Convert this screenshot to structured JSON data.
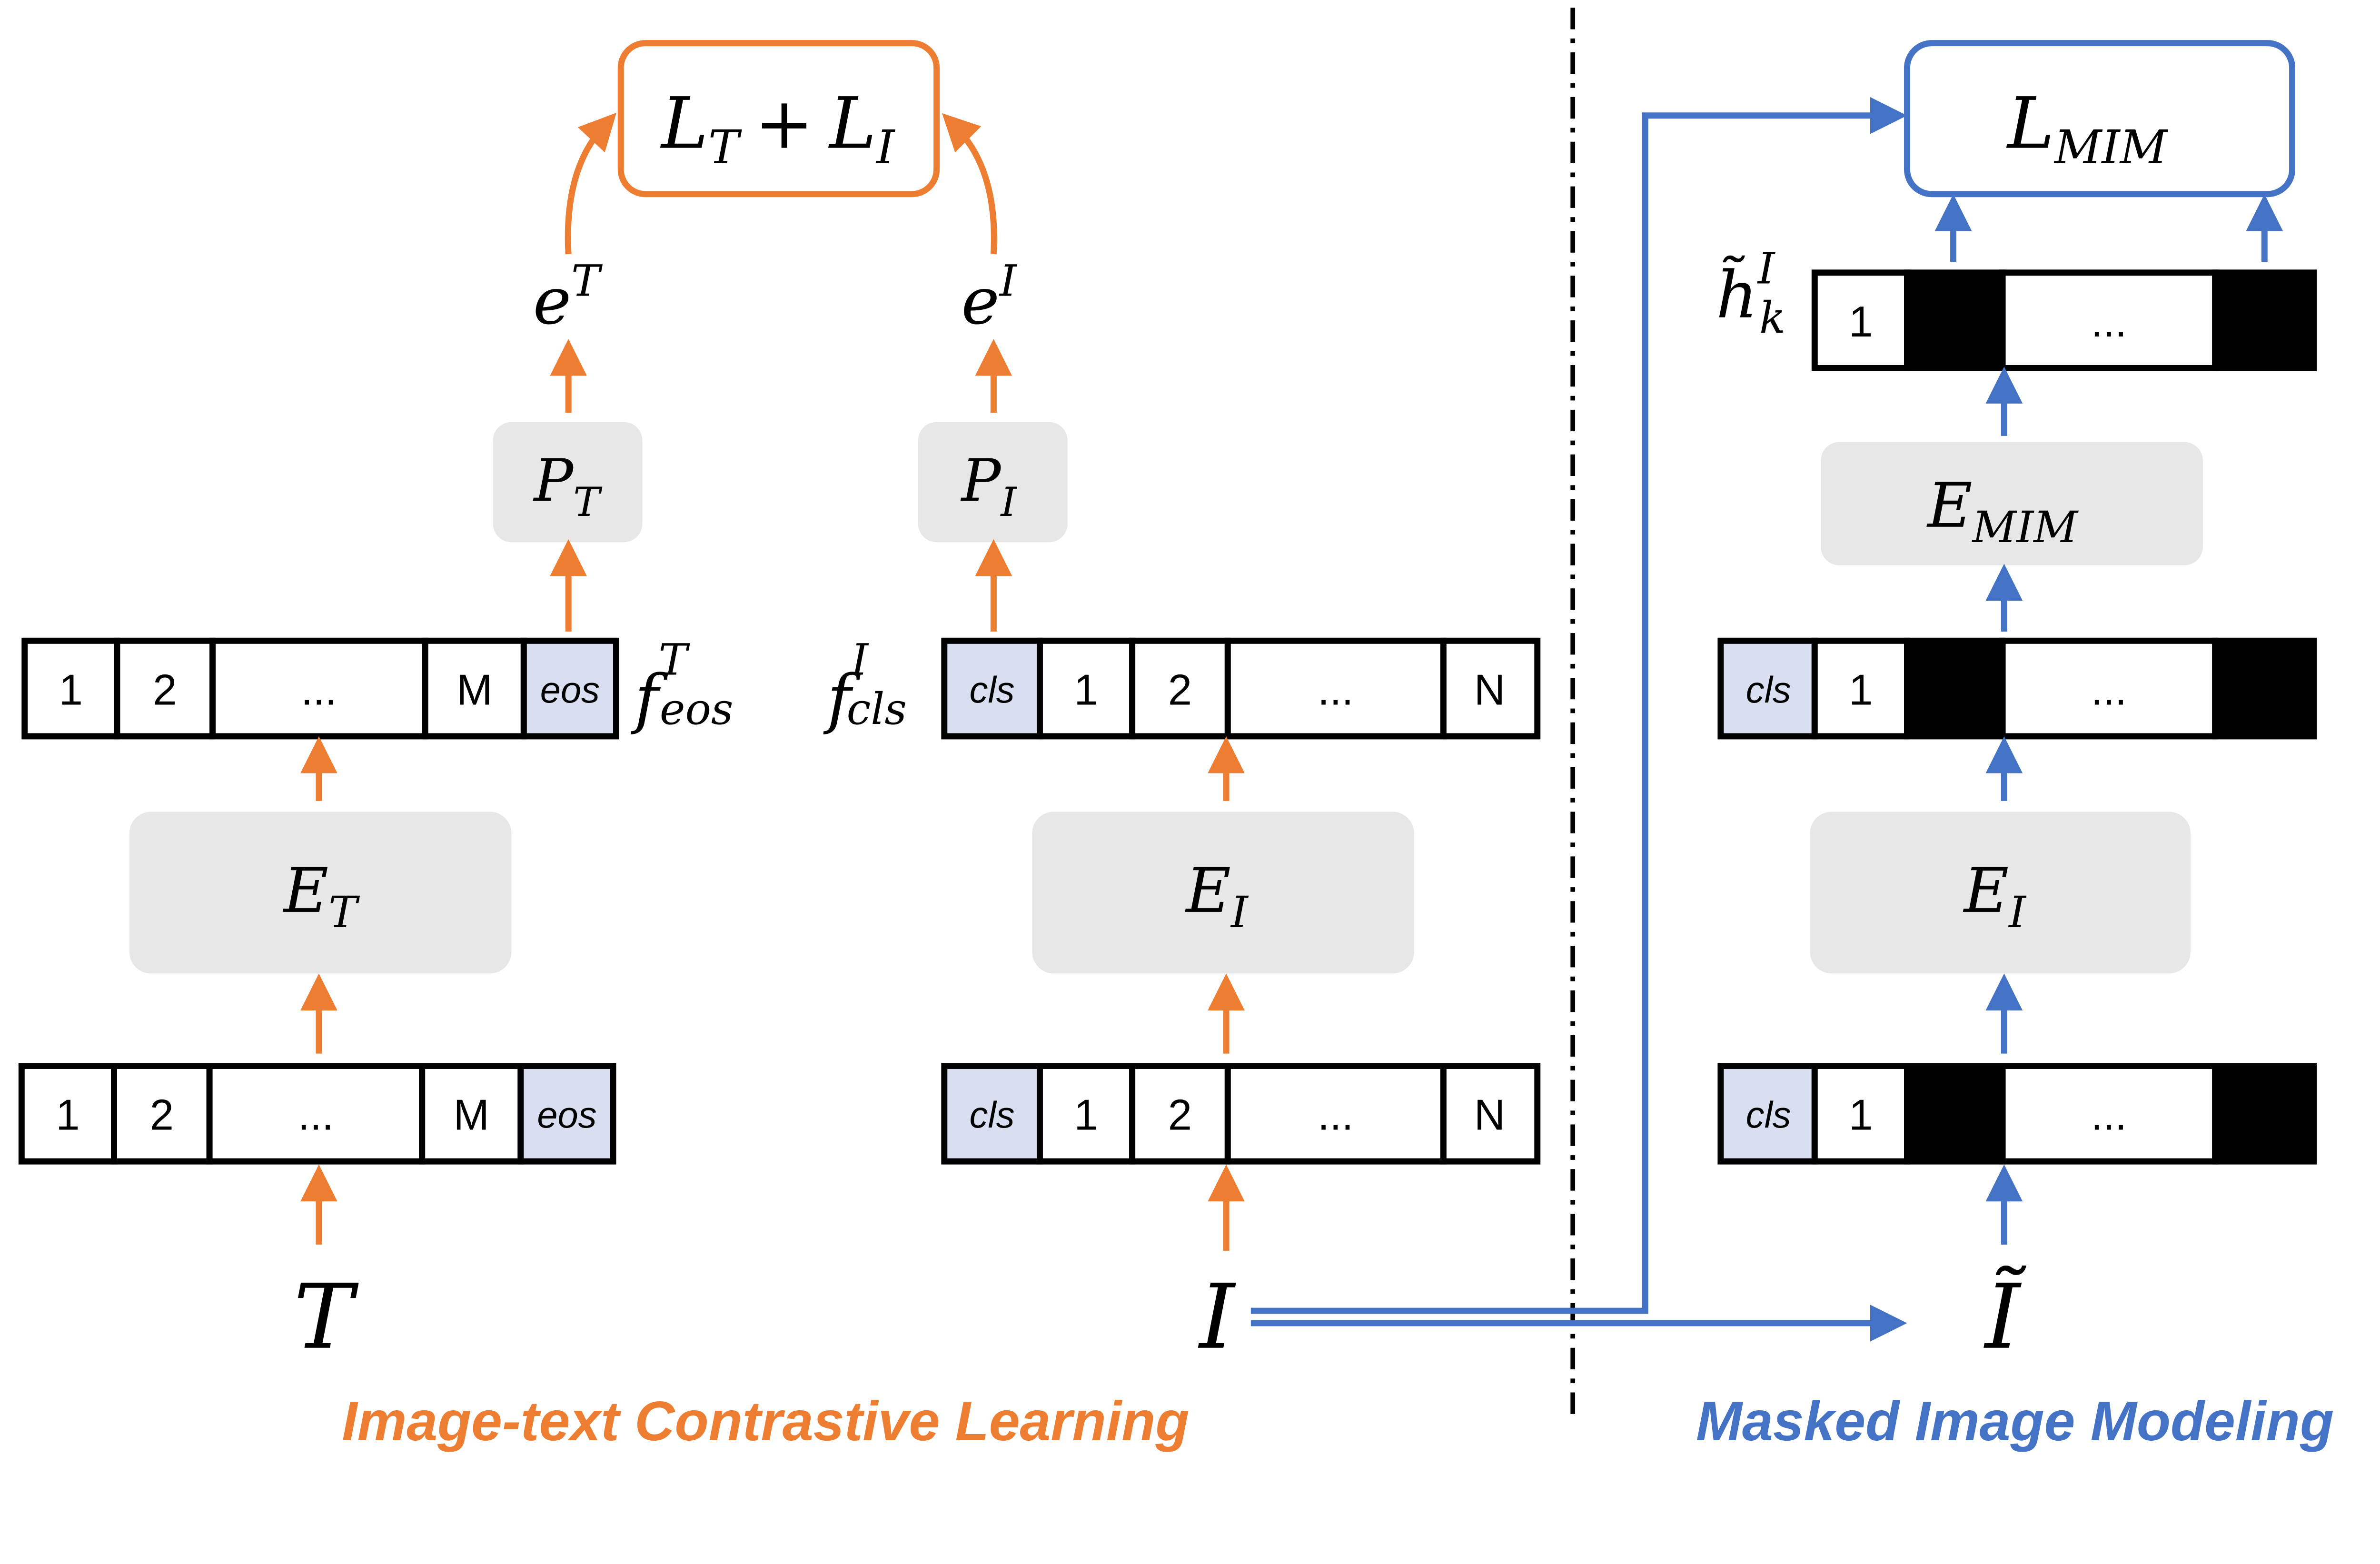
{
  "colors": {
    "contrastive": "#ed7d31",
    "mim": "#4472c4",
    "encoder_fill": "#e7e7e7",
    "special_token_fill": "#d9dff0"
  },
  "left": {
    "text_tokens": [
      "1",
      "2",
      "...",
      "M",
      "eos"
    ],
    "encoder": {
      "base": "E",
      "sub": "T"
    },
    "projector": {
      "base": "P",
      "sub": "T"
    },
    "feature_label": {
      "base": "f",
      "sup": "T",
      "sub": "eos"
    },
    "embedding": {
      "base": "e",
      "sup": "T"
    },
    "input": "T"
  },
  "middle": {
    "image_tokens": [
      "cls",
      "1",
      "2",
      "...",
      "N"
    ],
    "encoder": {
      "base": "E",
      "sub": "I"
    },
    "projector": {
      "base": "P",
      "sub": "I"
    },
    "feature_label": {
      "base": "f",
      "sup": "I",
      "sub": "cls"
    },
    "embedding": {
      "base": "e",
      "sup": "I"
    },
    "input": "I"
  },
  "loss_contrastive": {
    "a": "L",
    "a_sub": "T",
    "plus": "+",
    "b": "L",
    "b_sub": "I"
  },
  "right": {
    "loss": {
      "base": "L",
      "sub": "MIM"
    },
    "output_tokens": [
      "1",
      "",
      "...",
      ""
    ],
    "output_label": {
      "base": "h̃",
      "sup": "I",
      "sub": "k"
    },
    "mim_encoder": {
      "base": "E",
      "sub": "MIM"
    },
    "masked_tokens": [
      "cls",
      "1",
      "",
      "...",
      ""
    ],
    "encoder": {
      "base": "E",
      "sub": "I"
    },
    "input": "Ĩ"
  },
  "captions": {
    "left": "Image-text Contrastive Learning",
    "right": "Masked Image Modeling"
  }
}
